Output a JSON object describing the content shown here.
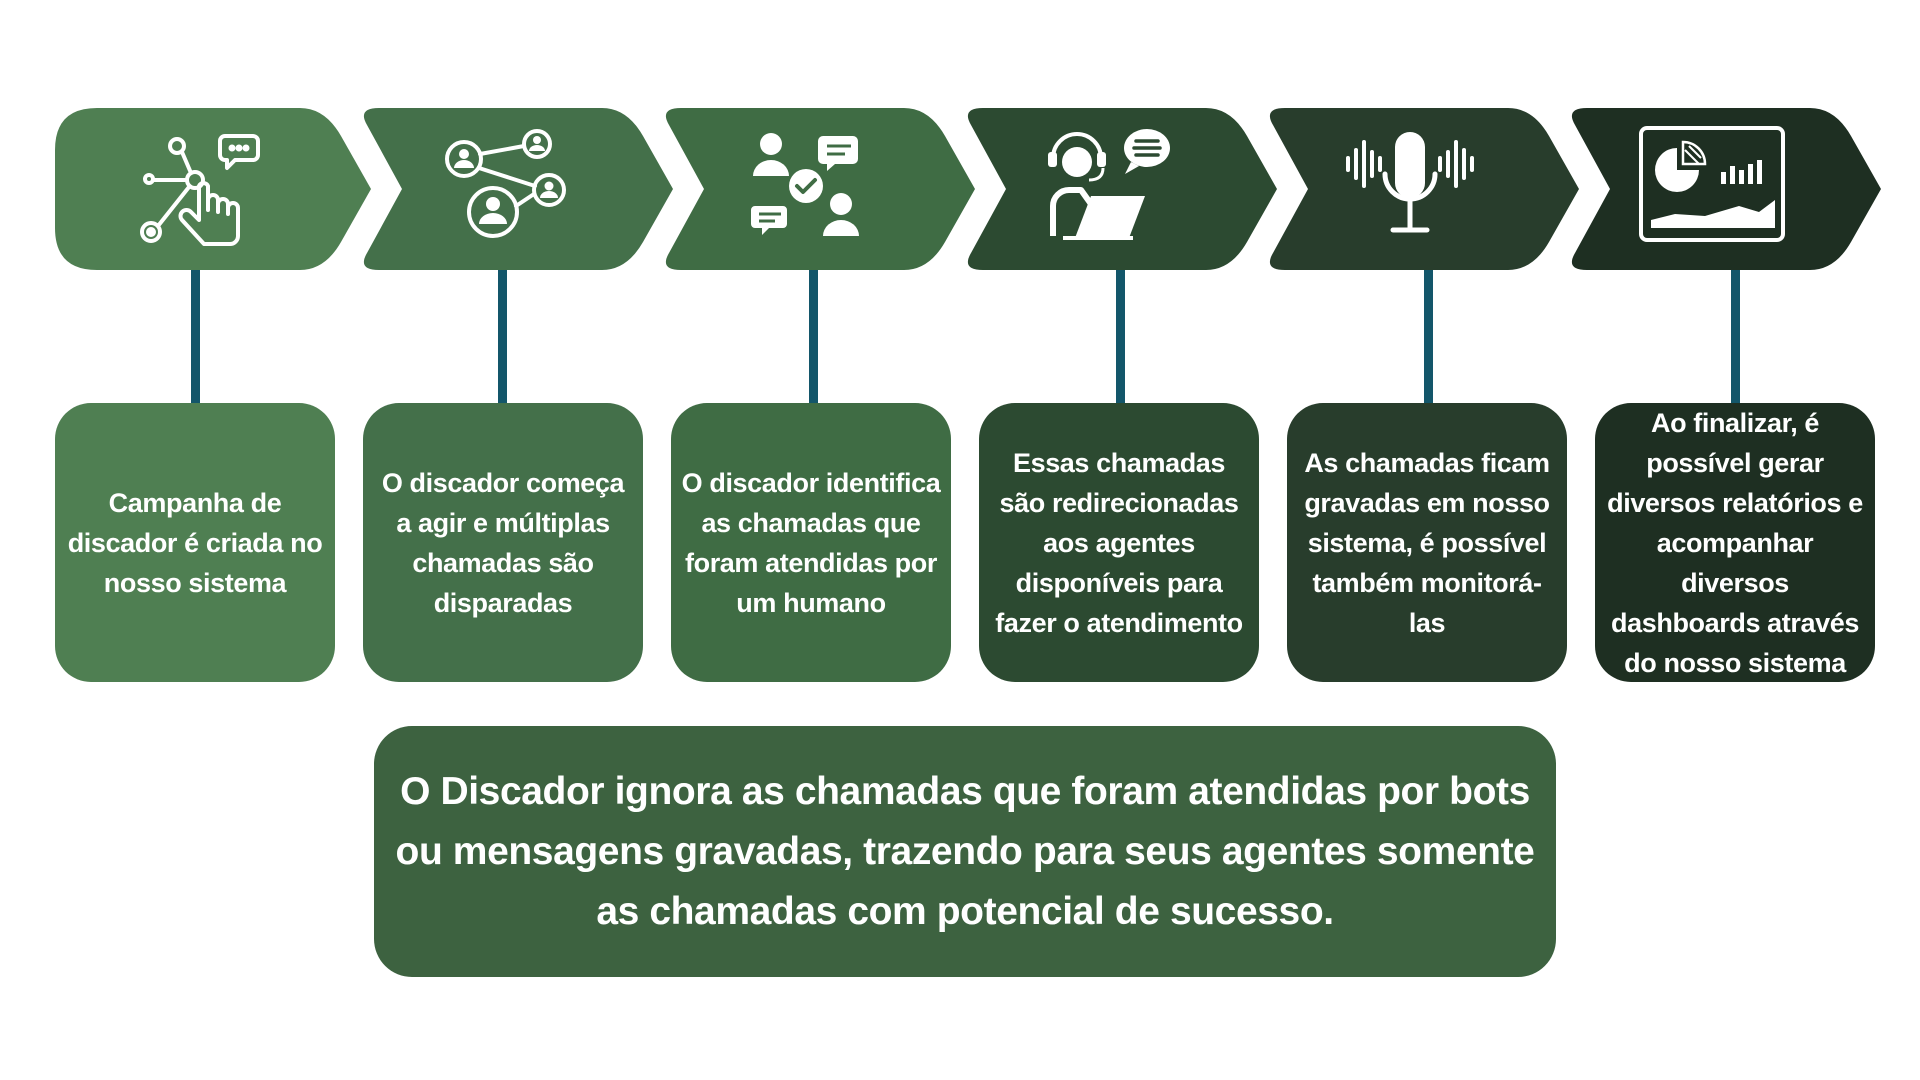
{
  "colors": {
    "step1": "#4f7f52",
    "step2": "#44704a",
    "step3": "#3f6c44",
    "step4": "#2c4a31",
    "step5": "#283d2c",
    "step6": "#1e2f22",
    "connector": "#13566a",
    "banner": "#3d6240",
    "icon": "#ffffff"
  },
  "steps": [
    {
      "icon": "hand-pointer-network-icon",
      "text": "Campanha de discador é criada no nosso sistema"
    },
    {
      "icon": "people-network-icon",
      "text": "O discador começa a agir e múltiplas chamadas são disparadas"
    },
    {
      "icon": "people-chat-check-icon",
      "text": "O discador identifica as chamadas que foram atendidas por um humano"
    },
    {
      "icon": "headset-agent-laptop-icon",
      "text": "Essas chamadas são redirecionadas aos agentes disponíveis para fazer o atendimento"
    },
    {
      "icon": "microphone-soundwave-icon",
      "text": "As chamadas ficam gravadas em nosso sistema, é possível também monitorá-las"
    },
    {
      "icon": "dashboard-report-icon",
      "text": "Ao finalizar, é possível gerar diversos relatórios e acompanhar diversos dashboards através do nosso sistema"
    }
  ],
  "banner": {
    "text": "O Discador ignora as chamadas que foram atendidas por bots ou mensagens gravadas, trazendo para seus agentes somente as chamadas com potencial de sucesso."
  }
}
